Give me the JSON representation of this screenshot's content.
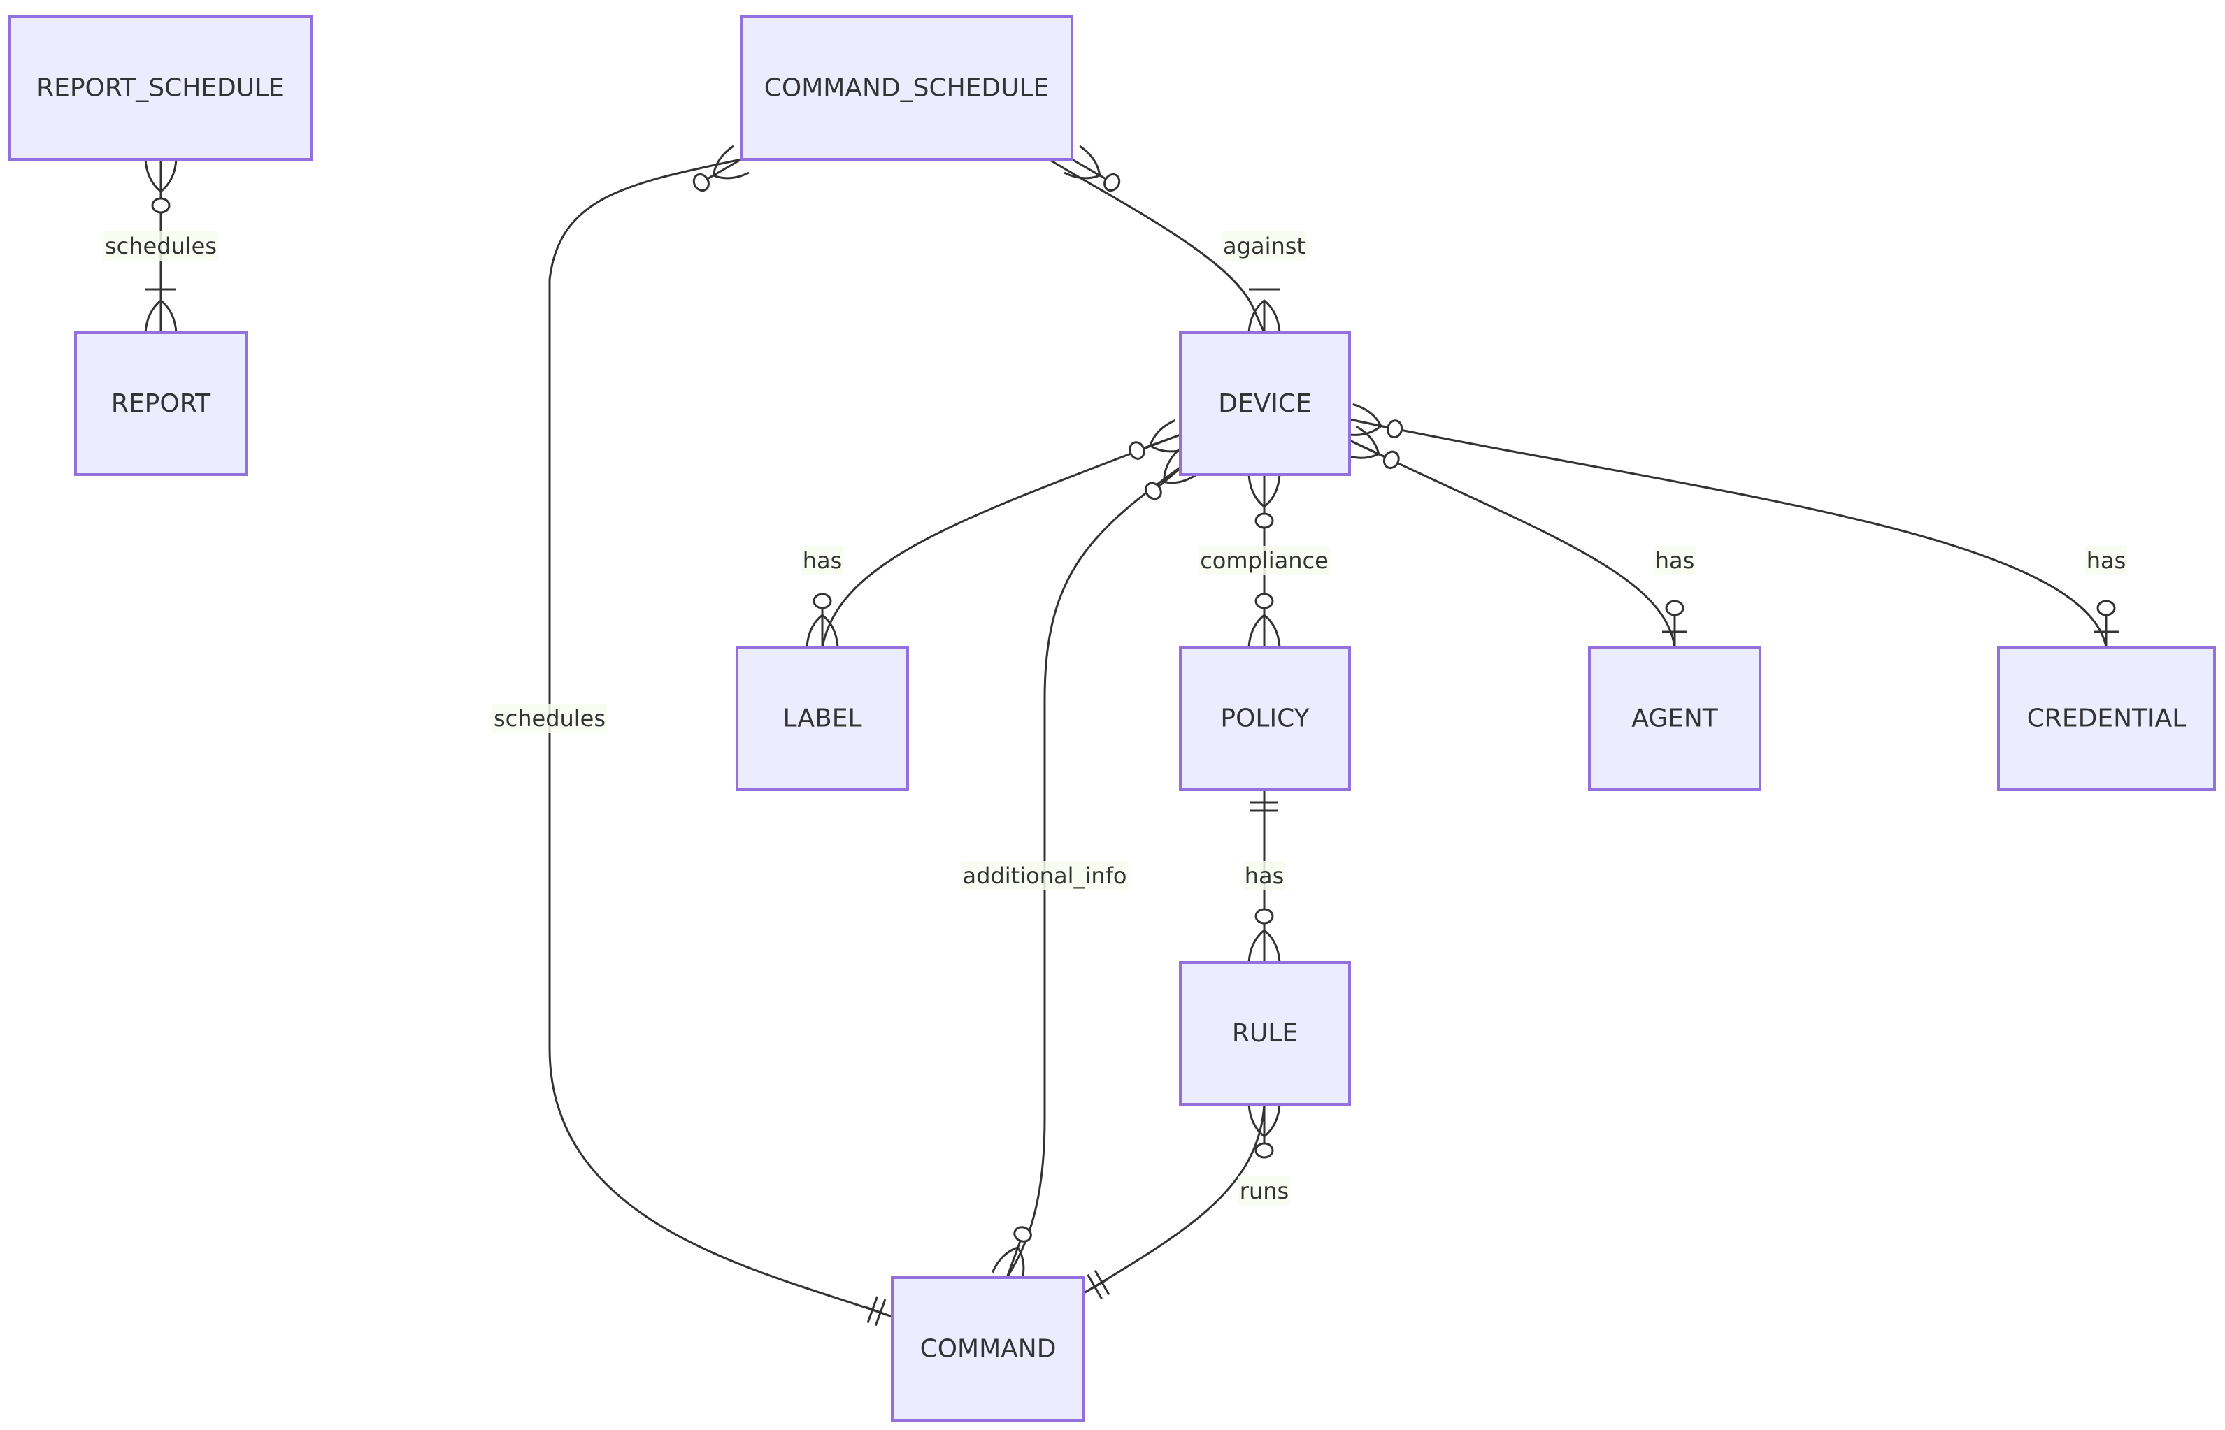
{
  "diagram": {
    "type": "entity-relationship",
    "colors": {
      "entity_fill": "#ECECFF",
      "entity_stroke": "#9370DB",
      "line": "#333333",
      "text": "#333333",
      "label_bg": "#F8FBEE"
    },
    "entities": [
      {
        "id": "REPORT_SCHEDULE",
        "label": "REPORT_SCHEDULE"
      },
      {
        "id": "REPORT",
        "label": "REPORT"
      },
      {
        "id": "COMMAND_SCHEDULE",
        "label": "COMMAND_SCHEDULE"
      },
      {
        "id": "DEVICE",
        "label": "DEVICE"
      },
      {
        "id": "LABEL",
        "label": "LABEL"
      },
      {
        "id": "POLICY",
        "label": "POLICY"
      },
      {
        "id": "AGENT",
        "label": "AGENT"
      },
      {
        "id": "CREDENTIAL",
        "label": "CREDENTIAL"
      },
      {
        "id": "RULE",
        "label": "RULE"
      },
      {
        "id": "COMMAND",
        "label": "COMMAND"
      }
    ],
    "relationships": [
      {
        "from": "REPORT_SCHEDULE",
        "to": "REPORT",
        "label": "schedules",
        "from_card": "zero-or-more",
        "to_card": "one-or-more"
      },
      {
        "from": "COMMAND_SCHEDULE",
        "to": "DEVICE",
        "label": "against",
        "from_card": "zero-or-more",
        "to_card": "one-or-more"
      },
      {
        "from": "COMMAND_SCHEDULE",
        "to": "COMMAND",
        "label": "schedules",
        "from_card": "zero-or-more",
        "to_card": "exactly-one"
      },
      {
        "from": "DEVICE",
        "to": "LABEL",
        "label": "has",
        "from_card": "zero-or-more",
        "to_card": "zero-or-more"
      },
      {
        "from": "DEVICE",
        "to": "POLICY",
        "label": "compliance",
        "from_card": "zero-or-more",
        "to_card": "zero-or-more"
      },
      {
        "from": "DEVICE",
        "to": "AGENT",
        "label": "has",
        "from_card": "zero-or-more",
        "to_card": "zero-or-one"
      },
      {
        "from": "DEVICE",
        "to": "CREDENTIAL",
        "label": "has",
        "from_card": "zero-or-more",
        "to_card": "zero-or-one"
      },
      {
        "from": "DEVICE",
        "to": "COMMAND",
        "label": "additional_info",
        "from_card": "zero-or-more",
        "to_card": "zero-or-more"
      },
      {
        "from": "POLICY",
        "to": "RULE",
        "label": "has",
        "from_card": "exactly-one",
        "to_card": "zero-or-more"
      },
      {
        "from": "RULE",
        "to": "COMMAND",
        "label": "runs",
        "from_card": "zero-or-more",
        "to_card": "exactly-one"
      }
    ]
  }
}
